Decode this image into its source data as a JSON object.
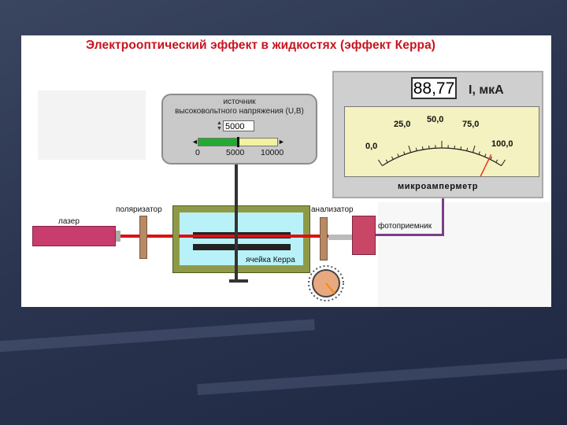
{
  "title": "Электрооптический эффект в жидкостях (эффект Керра)",
  "hv_source": {
    "label_line1": "источник",
    "label_line2": "высоковольтного напряжения (U,В)",
    "input_value": "5000",
    "slider": {
      "value": 5000,
      "min": 0,
      "max": 10000
    },
    "ticks": [
      "0",
      "5000",
      "10000"
    ]
  },
  "microammeter": {
    "reading": "88,77",
    "unit": "I, мкА",
    "name": "микроамперметр",
    "scale_labels": [
      "0,0",
      "25,0",
      "50,0",
      "75,0",
      "100,0"
    ],
    "needle_value": 88.77,
    "scale_max": 100
  },
  "labels": {
    "laser": "лазер",
    "polarizer": "поляризатор",
    "analyzer": "анализатор",
    "kerr_cell": "ячейка Керра",
    "photodetector": "фотоприемник"
  },
  "colors": {
    "title": "#c8141e",
    "beam": "#dd1111",
    "slider_fill": "#22aa33",
    "needle": "#ee3322"
  }
}
